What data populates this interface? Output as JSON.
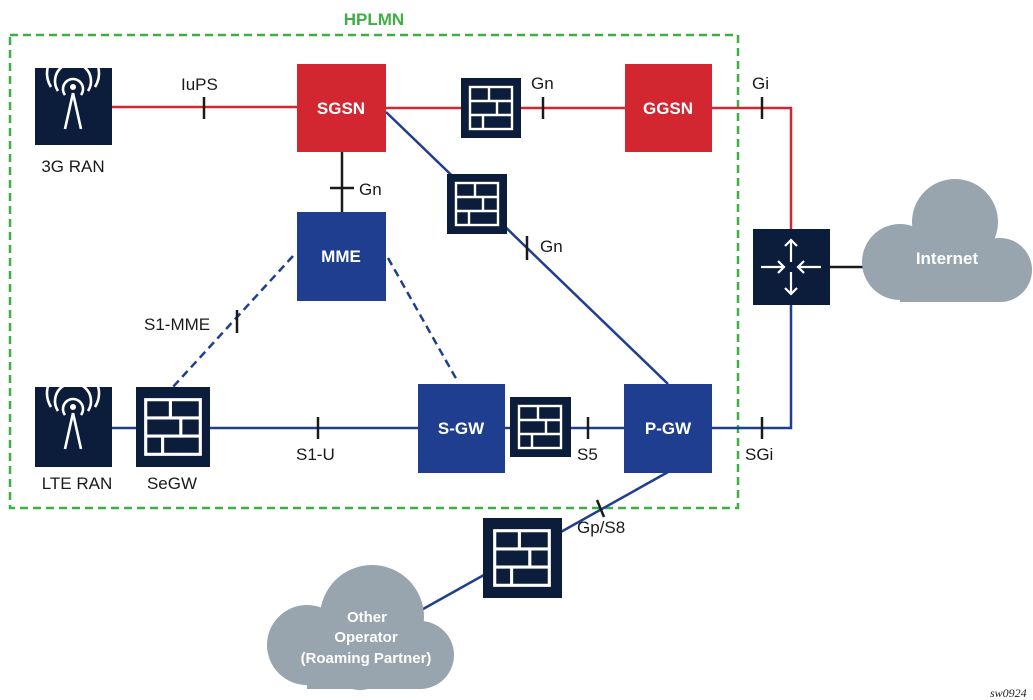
{
  "colors": {
    "red": "#d22630",
    "blue": "#1f3e8f",
    "navy": "#0b1d3a",
    "green": "#3cb043",
    "cloud": "#98a4ae",
    "ink": "#1a1a1a"
  },
  "title": "HPLMN",
  "nodes": {
    "sgsn": "SGSN",
    "ggsn": "GGSN",
    "mme": "MME",
    "sgw": "S-GW",
    "pgw": "P-GW"
  },
  "ran": {
    "ran_3g": "3G RAN",
    "lte_ran": "LTE RAN",
    "segw": "SeGW"
  },
  "interfaces": {
    "iups": "IuPS",
    "gn_top": "Gn",
    "gi": "Gi",
    "gn_mme": "Gn",
    "gn_diag": "Gn",
    "s1_mme": "S1-MME",
    "s1_u": "S1-U",
    "s5": "S5",
    "sgi": "SGi",
    "gp_s8": "Gp/S8"
  },
  "clouds": {
    "internet": "Internet",
    "other_line1": "Other",
    "other_line2": "Operator",
    "other_line3": "(Roaming Partner)"
  },
  "icons": [
    "antenna-icon",
    "firewall-icon",
    "router-icon",
    "cloud-icon"
  ],
  "figure_id": "sw0924"
}
